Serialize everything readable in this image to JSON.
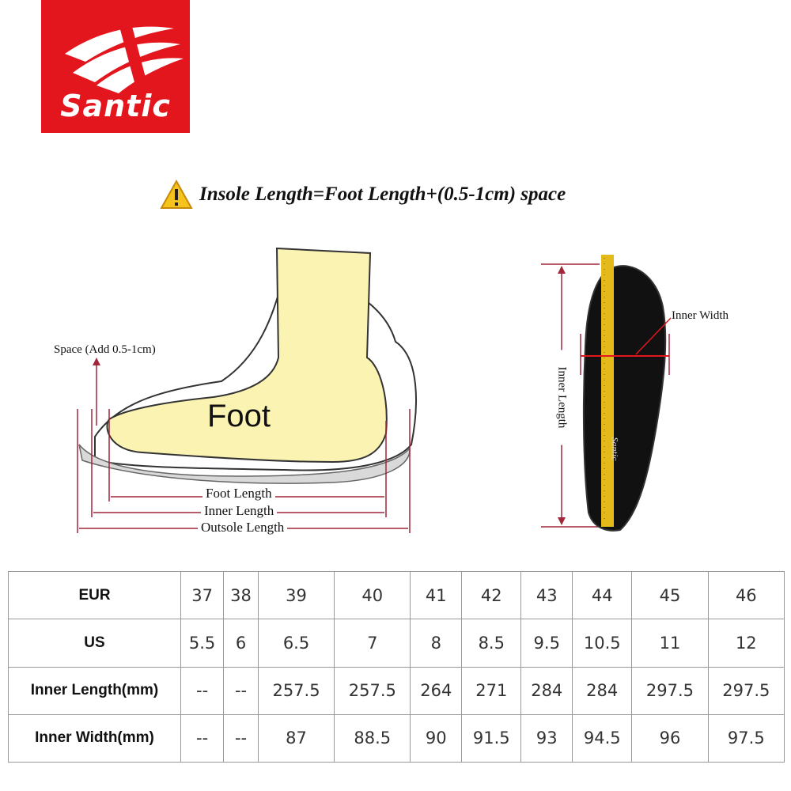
{
  "logo": {
    "brand": "Santic",
    "icon": "santic-wing-logo"
  },
  "note": {
    "icon": "warning-icon",
    "text": "Insole Length=Foot Length+(0.5-1cm) space"
  },
  "diagram": {
    "space_label": "Space (Add 0.5-1cm)",
    "foot_label": "Foot",
    "foot_length": "Foot Length",
    "inner_length": "Inner Length",
    "outsole_length": "Outsole Length",
    "inner_width": "Inner Width",
    "inner_length_vertical": "Inner Length",
    "insole_brand": "Santic"
  },
  "size_table": {
    "rows": [
      {
        "label": "EUR",
        "cells": [
          "37",
          "38",
          "39",
          "40",
          "41",
          "42",
          "43",
          "44",
          "45",
          "46"
        ]
      },
      {
        "label": "US",
        "cells": [
          "5.5",
          "6",
          "6.5",
          "7",
          "8",
          "8.5",
          "9.5",
          "10.5",
          "11",
          "12"
        ]
      },
      {
        "label": "Inner Length(mm)",
        "cells": [
          "--",
          "--",
          "257.5",
          "257.5",
          "264",
          "271",
          "284",
          "284",
          "297.5",
          "297.5"
        ]
      },
      {
        "label": "Inner Width(mm)",
        "cells": [
          "--",
          "--",
          "87",
          "88.5",
          "90",
          "91.5",
          "93",
          "94.5",
          "96",
          "97.5"
        ]
      }
    ]
  },
  "colors": {
    "brand_red": "#e4161d",
    "foot_fill": "#fbf3b2",
    "dimension_line": "#a0263c"
  }
}
